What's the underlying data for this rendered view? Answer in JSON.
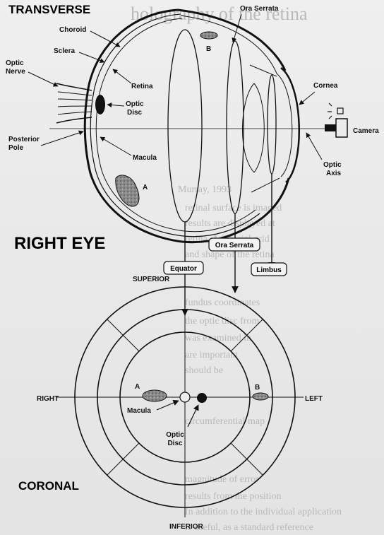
{
  "headings": {
    "transverse": "TRANSVERSE",
    "right_eye": "RIGHT EYE",
    "coronal": "CORONAL"
  },
  "transverse_labels": {
    "choroid": "Choroid",
    "sclera": "Sclera",
    "optic_nerve_1": "Optic",
    "optic_nerve_2": "Nerve",
    "retina": "Retina",
    "optic_disc_1": "Optic",
    "optic_disc_2": "Disc",
    "posterior_pole_1": "Posterior",
    "posterior_pole_2": "Pole",
    "macula": "Macula",
    "lesion_a": "A",
    "lesion_b": "B",
    "ora_serrata": "Ora Serrata",
    "cornea": "Cornea",
    "camera": "Camera",
    "optic_axis_1": "Optic",
    "optic_axis_2": "Axis"
  },
  "boxes": {
    "equator": "Equator",
    "ora_serrata": "Ora Serrata",
    "limbus": "Limbus"
  },
  "coronal_labels": {
    "superior": "SUPERIOR",
    "inferior": "INFERIOR",
    "right": "RIGHT",
    "left": "LEFT",
    "lesion_a": "A",
    "lesion_b": "B",
    "macula": "Macula",
    "optic_disc_1": "Optic",
    "optic_disc_2": "Disc"
  },
  "background_text": {
    "top": "holography of the retina",
    "l1": "Murray, 1993",
    "l2": "retinal surface is imaged",
    "l3": "results are displayed at",
    "l4": "retina. A fiducial grid",
    "l5": "and shape of the retina",
    "l6": "fundus coordinates",
    "l7": "the optic disc from",
    "l8": "was examined in",
    "l9": "are important",
    "l10": "should be",
    "l11": "circumferential map",
    "l12": "magnitude of error",
    "l13": "results from the position",
    "l14": "In addition to the individual application",
    "l15": "is useful, as a standard reference"
  },
  "colors": {
    "ink": "#111111",
    "paper": "#ececec",
    "ghost_text": "#b9b9b9",
    "lesion_fill": "#7a7a7a"
  }
}
